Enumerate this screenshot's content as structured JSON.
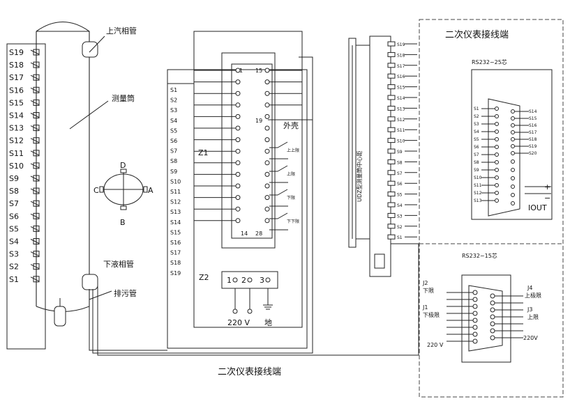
{
  "vessel": {
    "sensors": [
      "S19",
      "S18",
      "S17",
      "S16",
      "S15",
      "S14",
      "S13",
      "S12",
      "S11",
      "S10",
      "S9",
      "S8",
      "S7",
      "S6",
      "S5",
      "S4",
      "S3",
      "S2",
      "S1"
    ],
    "upper_steam_pipe": "上汽相管",
    "measuring_tube": "测量筒",
    "lower_liquid_pipe": "下液相管",
    "drain_pipe": "排污管",
    "section_marks": {
      "top": "D",
      "left": "C",
      "right": "A",
      "bottom": "B"
    }
  },
  "terminal_board": {
    "strip_labels": [
      "S1",
      "S2",
      "S3",
      "S4",
      "S5",
      "S6",
      "S7",
      "S8",
      "S9",
      "S10",
      "S11",
      "S12",
      "S13",
      "S14",
      "S15",
      "S16",
      "S17",
      "S18",
      "S19"
    ],
    "z1": "Z1",
    "z2": "Z2",
    "pin_1": "1",
    "pin_15": "15",
    "pin_19": "19",
    "pin_14": "14",
    "pin_28": "28",
    "shell": "外壳",
    "relay_labels": [
      "上上限",
      "上限",
      "下限",
      "下下限"
    ],
    "z2_pins": [
      "1",
      "2",
      "3"
    ],
    "power": "220 V",
    "ground": "地"
  },
  "bottom_caption": "二次仪表接线端",
  "right_panel": {
    "title": "二次仪表接线端",
    "vertical_label": "UDZ型测量筒中心距",
    "s_labels": [
      "S19",
      "S18",
      "S17",
      "S16",
      "S15",
      "S14",
      "S13",
      "S12",
      "S11",
      "S10",
      "S9",
      "S8",
      "S7",
      "S6",
      "S5",
      "S4",
      "S3",
      "S2",
      "S1"
    ],
    "rs232_25": "RS232−25芯",
    "db25_left_pins": [
      "S1",
      "S2",
      "S3",
      "S4",
      "S5",
      "S6",
      "S7",
      "S8",
      "S9",
      "S10",
      "S11",
      "S12",
      "S13"
    ],
    "db25_right_pins": [
      "S14",
      "S15",
      "S16",
      "S17",
      "S18",
      "S19",
      "S20"
    ],
    "plus": "+",
    "minus": "−",
    "iout": "IOUT",
    "rs232_15": "RS232−15芯",
    "j2": "J2",
    "j2_text": "下限",
    "j1": "J1",
    "j1_text": "下极限",
    "j4": "J4",
    "j4_text": "上极限",
    "j3": "J3",
    "j3_text": "上限",
    "v220_left": "220 V",
    "v220_right": "220V"
  }
}
